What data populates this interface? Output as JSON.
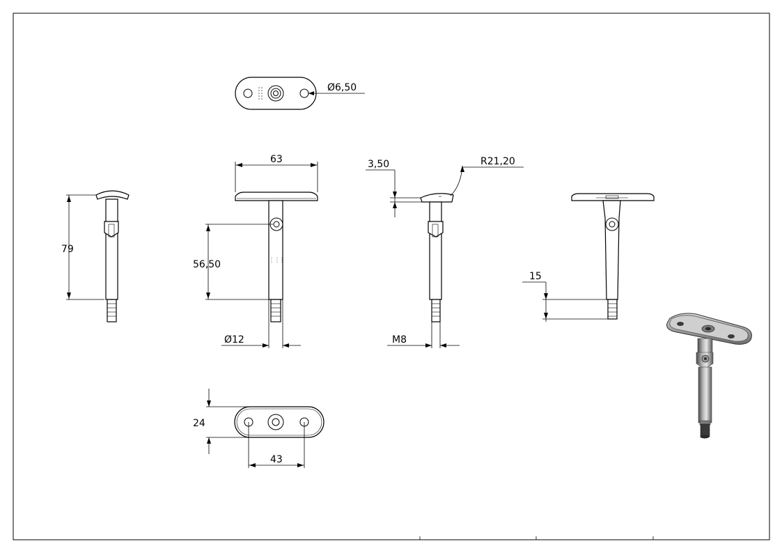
{
  "drawing": {
    "dimensions": {
      "hole_diameter": "Ø6,50",
      "plate_width": "63",
      "overall_height": "79",
      "pivot_height": "56,50",
      "tube_diameter": "Ø12",
      "plate_thickness": "3,50",
      "saddle_radius": "R21,20",
      "thread": "M8",
      "thread_length": "15",
      "plate_depth": "24",
      "hole_spacing": "43"
    },
    "colors": {
      "line": "#000000",
      "background": "#ffffff",
      "render_metal": "#8a8a8a",
      "render_dark": "#3a3a3a"
    }
  }
}
